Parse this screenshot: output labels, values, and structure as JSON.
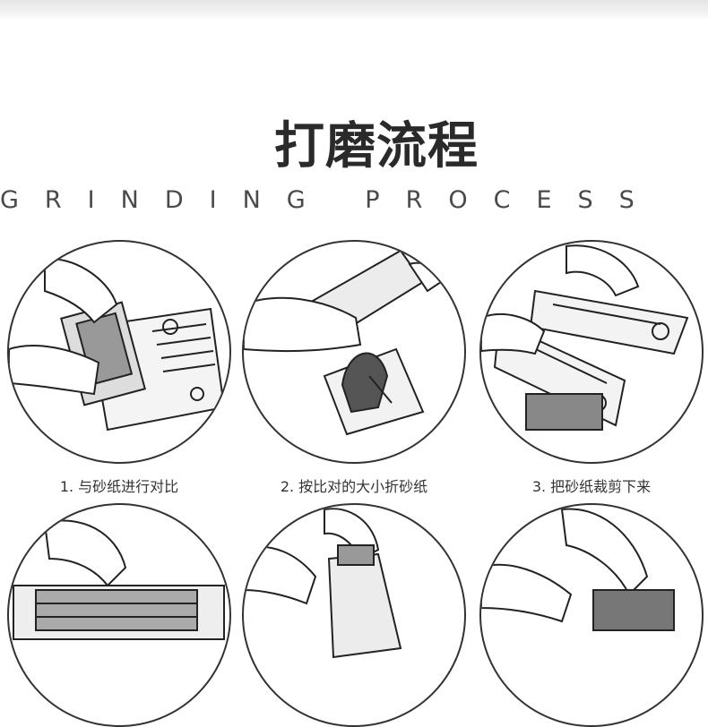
{
  "title": "打磨流程",
  "subtitle": "GRINDING PROCESS",
  "steps": [
    {
      "caption": "1. 与砂纸进行对比",
      "icon": "sanding-block-on-paper-illustration"
    },
    {
      "caption": "2. 按比对的大小折砂纸",
      "icon": "folding-sandpaper-illustration"
    },
    {
      "caption": "3. 把砂纸裁剪下来",
      "icon": "tearing-sandpaper-illustration"
    },
    {
      "icon": "clamping-paper-illustration"
    },
    {
      "icon": "inserting-paper-illustration"
    },
    {
      "icon": "securing-clamp-illustration"
    }
  ]
}
